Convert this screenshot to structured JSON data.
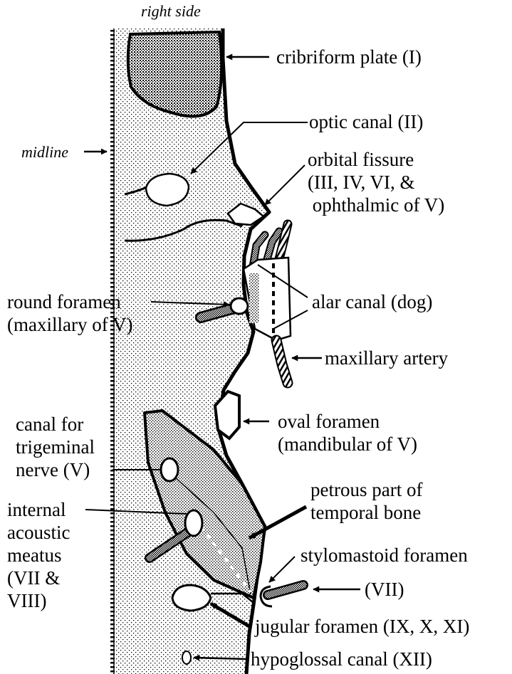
{
  "labels": {
    "right_side": "right side",
    "midline": "midline",
    "cribriform": "cribriform plate (I)",
    "optic": "optic canal (II)",
    "orbital": [
      "orbital fissure",
      "(III, IV, VI, &",
      " ophthalmic of V)"
    ],
    "round": [
      "round foramen",
      "(maxillary of V)"
    ],
    "alar": "alar canal (dog)",
    "maxillary_artery": "maxillary artery",
    "oval": [
      "oval foramen",
      "(mandibular of V)"
    ],
    "trigeminal": [
      "canal for",
      "trigeminal",
      "nerve (V)"
    ],
    "petrous": [
      "petrous part of",
      "temporal bone"
    ],
    "internal_acoustic": [
      "internal",
      "acoustic",
      "meatus",
      "(VII &",
      "VIII)"
    ],
    "stylomastoid": "stylomastoid foramen",
    "vii": "(VII)",
    "jugular": "jugular foramen (IX, X, XI)",
    "hypoglossal": "hypoglossal canal (XII)"
  },
  "colors": {
    "ink": "#000000",
    "paper": "#ffffff"
  }
}
